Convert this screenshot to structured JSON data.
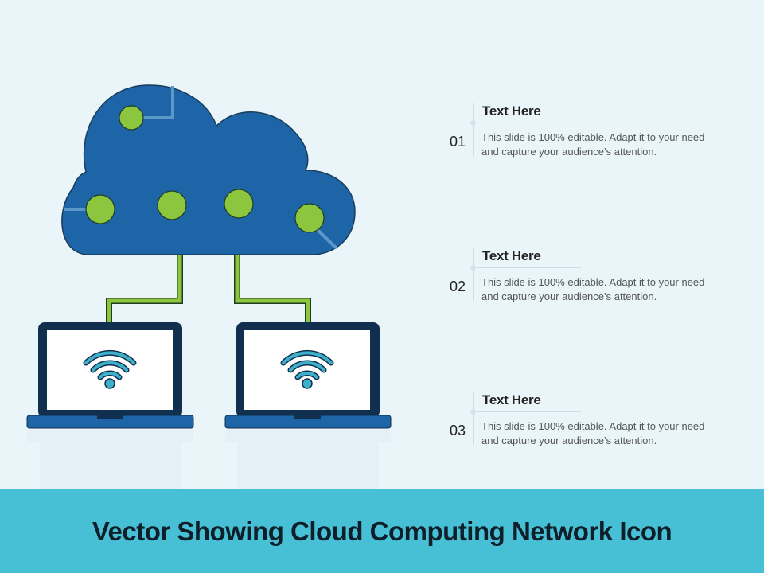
{
  "items": [
    {
      "number": "01",
      "title": "Text Here",
      "description": "This slide is 100% editable. Adapt it to your need and capture your audience’s attention."
    },
    {
      "number": "02",
      "title": "Text Here",
      "description": "This slide is 100% editable. Adapt it to your need and capture your audience’s attention."
    },
    {
      "number": "03",
      "title": "Text Here",
      "description": "This slide is 100% editable. Adapt it to your need and capture your audience’s attention."
    }
  ],
  "footer": {
    "title": "Vector Showing Cloud Computing Network Icon"
  },
  "colors": {
    "background": "#e9f5f9",
    "cloud": "#1d65a6",
    "node": "#8cc63f",
    "laptop": "#11304f",
    "wifi": "#3fb0c9",
    "footer": "#47bfd4"
  },
  "icons": [
    "cloud-icon",
    "laptop-icon",
    "wifi-icon"
  ]
}
